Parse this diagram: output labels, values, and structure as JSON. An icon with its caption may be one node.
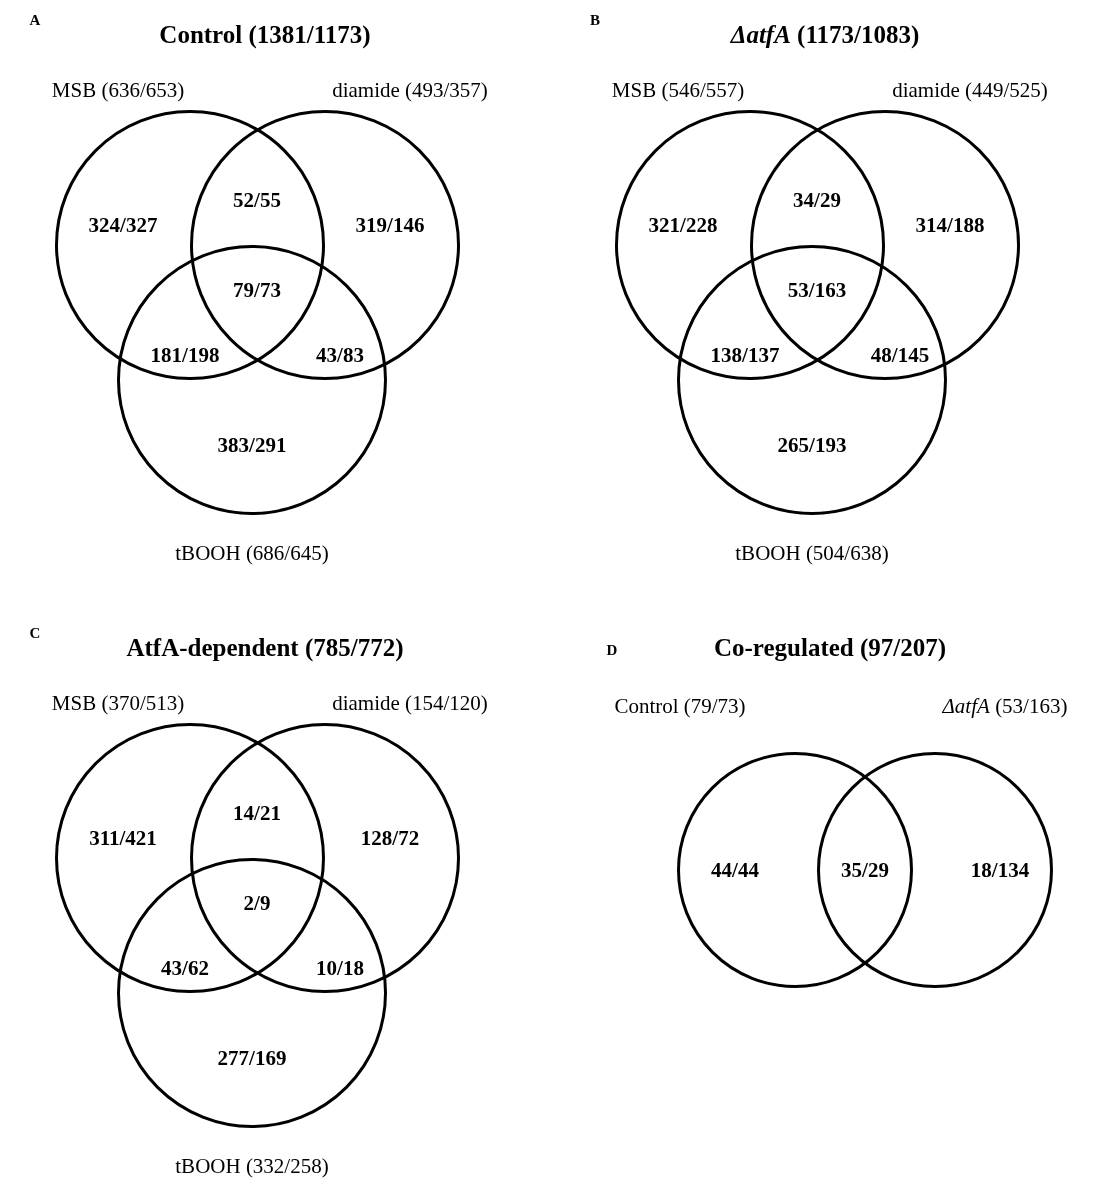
{
  "diagram": {
    "nodes": [
      {
        "text": [],
        "shape": "circle",
        "beside": [
          "MSB (636/653)"
        ]
      },
      {
        "text": [],
        "shape": "circle",
        "beside": [
          "diamide (493/357)"
        ]
      },
      {
        "text": [],
        "shape": "circle",
        "beside": [
          "tBOOH (686/645)"
        ]
      },
      {
        "text": [],
        "shape": "circle",
        "beside": [
          "MSB (546/557)"
        ]
      },
      {
        "text": [],
        "shape": "circle",
        "beside": [
          "diamide (449/525)"
        ]
      },
      {
        "text": [],
        "shape": "circle",
        "beside": [
          "tBOOH (504/638)"
        ]
      },
      {
        "text": [],
        "shape": "circle",
        "beside": [
          "MSB (370/513)"
        ]
      },
      {
        "text": [],
        "shape": "circle",
        "beside": [
          "diamide (154/120)"
        ]
      },
      {
        "text": [],
        "shape": "circle",
        "beside": [
          "tBOOH (332/258)"
        ]
      },
      {
        "text": [],
        "shape": "circle",
        "beside": [
          "Control (79/73)"
        ]
      },
      {
        "text": [],
        "shape": "circle",
        "beside": [
          "*ΔatfA* (53/163)"
        ]
      }
    ],
    "labels": [
      "A",
      "Control (1381/1173)",
      "324/327",
      "52/55",
      "319/146",
      "79/73",
      "181/198",
      "43/83",
      "383/291",
      "B",
      "*ΔatfA* (1173/1083)",
      "321/228",
      "34/29",
      "314/188",
      "53/163",
      "138/137",
      "48/145",
      "265/193",
      "C",
      "AtfA-dependent (785/772)",
      "311/421",
      "14/21",
      "128/72",
      "2/9",
      "43/62",
      "10/18",
      "277/169",
      "D",
      "Co-regulated (97/207)",
      "44/44",
      "35/29",
      "18/134"
    ]
  }
}
